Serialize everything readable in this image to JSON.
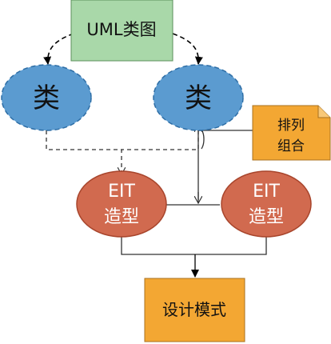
{
  "diagram": {
    "uml_node": {
      "label": "UML类图"
    },
    "class_left": {
      "label": "类"
    },
    "class_right": {
      "label": "类"
    },
    "permutation_note": {
      "line1": "排列",
      "line2": "组合"
    },
    "eit_left": {
      "line1": "EIT",
      "line2": "造型"
    },
    "eit_right": {
      "line1": "EIT",
      "line2": "造型"
    },
    "design_pattern": {
      "label": "设计模式"
    }
  },
  "colors": {
    "uml_fill": "#a9d8a9",
    "class_fill": "#5b9bd0",
    "class_border": "#2e6ea6",
    "eit_fill": "#d16a4f",
    "eit_border": "#a8452c",
    "orange_fill": "#f3a733",
    "orange_border": "#a8701f",
    "line": "#333333"
  }
}
